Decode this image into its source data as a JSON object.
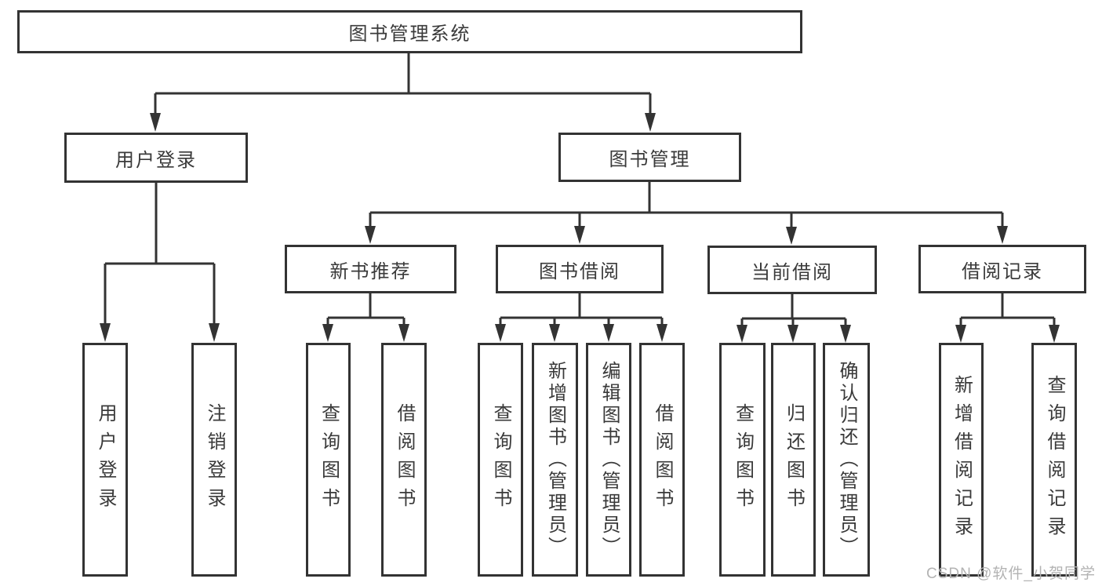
{
  "tree": {
    "label": "图书管理系统",
    "children": [
      {
        "label": "用户登录",
        "children": [
          {
            "label": "用户登录"
          },
          {
            "label": "注销登录"
          }
        ]
      },
      {
        "label": "图书管理",
        "children": [
          {
            "label": "新书推荐",
            "children": [
              {
                "label": "查询图书"
              },
              {
                "label": "借阅图书"
              }
            ]
          },
          {
            "label": "图书借阅",
            "children": [
              {
                "label": "查询图书"
              },
              {
                "label": "新增图书（管理员）"
              },
              {
                "label": "编辑图书（管理员）"
              },
              {
                "label": "借阅图书"
              }
            ]
          },
          {
            "label": "当前借阅",
            "children": [
              {
                "label": "查询图书"
              },
              {
                "label": "归还图书"
              },
              {
                "label": "确认归还（管理员）"
              }
            ]
          },
          {
            "label": "借阅记录",
            "children": [
              {
                "label": "新增借阅记录"
              },
              {
                "label": "查询借阅记录"
              }
            ]
          }
        ]
      }
    ]
  },
  "watermark": "CSDN @软件_小贺同学",
  "colors": {
    "line": "#333333",
    "box_border": "#333333",
    "text": "#3a3a3a",
    "background": "#ffffff",
    "watermark": "#b3b3b3"
  }
}
